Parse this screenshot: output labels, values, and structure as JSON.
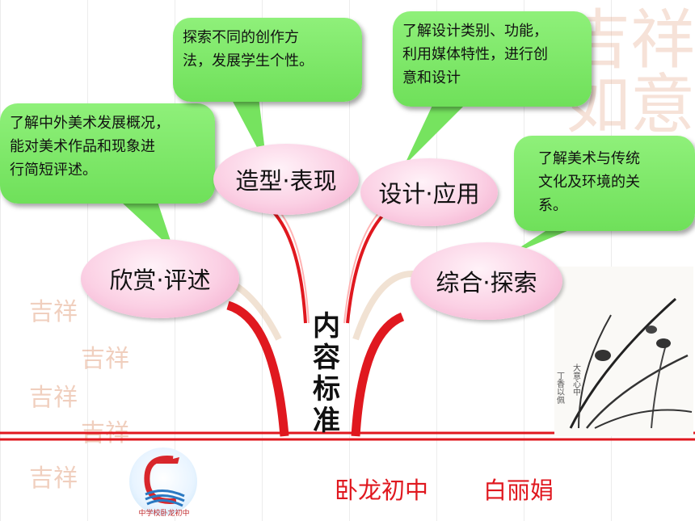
{
  "center_title": "内容\n标准",
  "ovals": {
    "appreciation": "欣赏·评述",
    "modeling": "造型·表现",
    "design": "设计·应用",
    "synthesis": "综合·探索"
  },
  "bubbles": {
    "appreciation": "了解中外美术发展概况，\n能对美术作品和现象进\n行简短评述。",
    "modeling": "探索不同的创作方\n法，发展学生个性。",
    "design": "了解设计类别、功能，\n利用媒体特性，进行创\n意和设计",
    "synthesis": "了解美术与传统\n文化及环境的关\n系。"
  },
  "footer": {
    "school": "卧龙初中",
    "author": "白丽娟",
    "logo_caption": "中学校卧龙初中"
  },
  "colors": {
    "accent_red": "#e0181f",
    "bubble_green": "#76e35f",
    "oval_pink": "#f7bcd8"
  }
}
